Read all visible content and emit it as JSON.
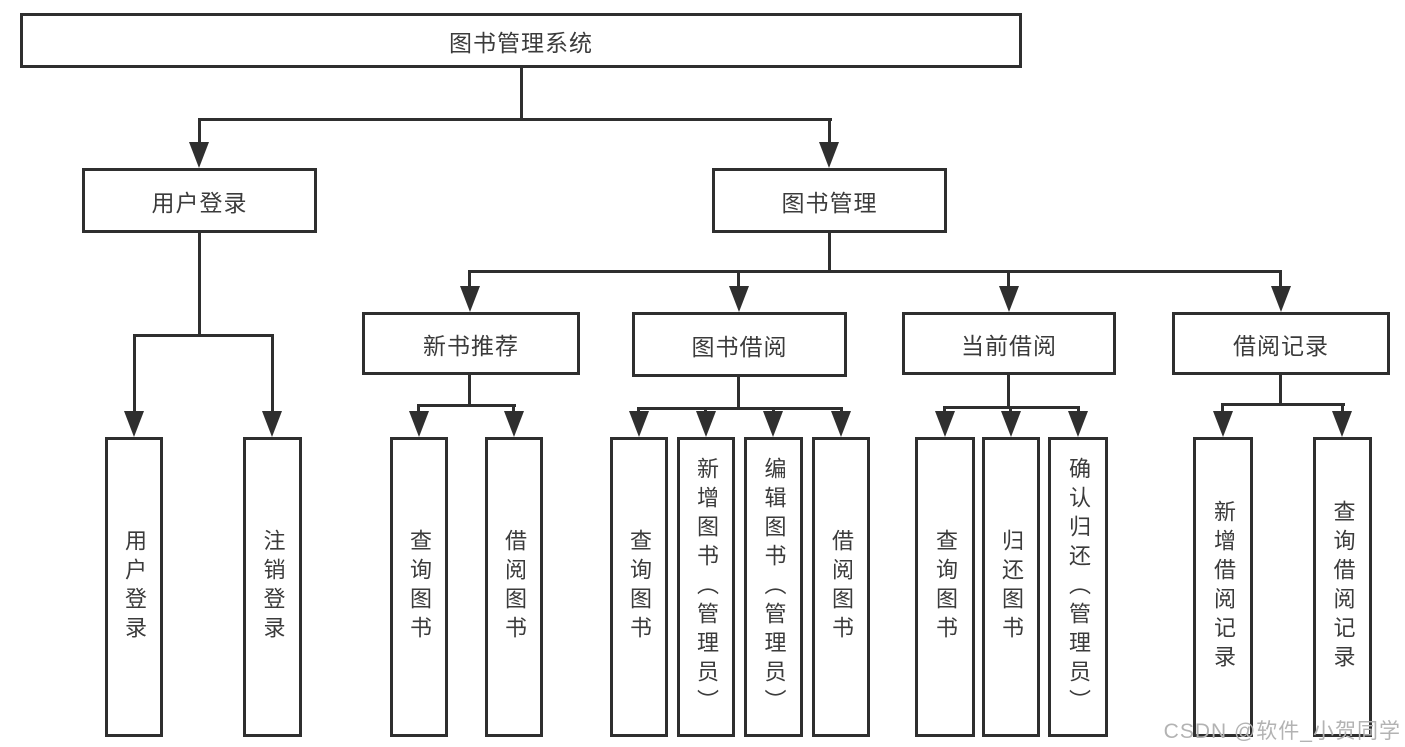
{
  "diagram": {
    "root": {
      "label": "图书管理系统"
    },
    "level2": [
      {
        "label": "用户登录"
      },
      {
        "label": "图书管理"
      }
    ],
    "level3": [
      {
        "label": "新书推荐"
      },
      {
        "label": "图书借阅"
      },
      {
        "label": "当前借阅"
      },
      {
        "label": "借阅记录"
      }
    ],
    "leaves": {
      "user_login": [
        {
          "label": "用户登录"
        },
        {
          "label": "注销登录"
        }
      ],
      "new_book_recommend": [
        {
          "label": "查询图书"
        },
        {
          "label": "借阅图书"
        }
      ],
      "book_borrow": [
        {
          "label": "查询图书"
        },
        {
          "label": "新增图书（管理员）"
        },
        {
          "label": "编辑图书（管理员）"
        },
        {
          "label": "借阅图书"
        }
      ],
      "current_borrow": [
        {
          "label": "查询图书"
        },
        {
          "label": "归还图书"
        },
        {
          "label": "确认归还（管理员）"
        }
      ],
      "borrow_records": [
        {
          "label": "新增借阅记录"
        },
        {
          "label": "查询借阅记录"
        }
      ]
    },
    "watermark": "CSDN @软件_小贺同学",
    "colors": {
      "line": "#2f2f2f",
      "text": "#3b3b3b",
      "watermark": "#b3b3b3",
      "background": "#ffffff"
    }
  }
}
